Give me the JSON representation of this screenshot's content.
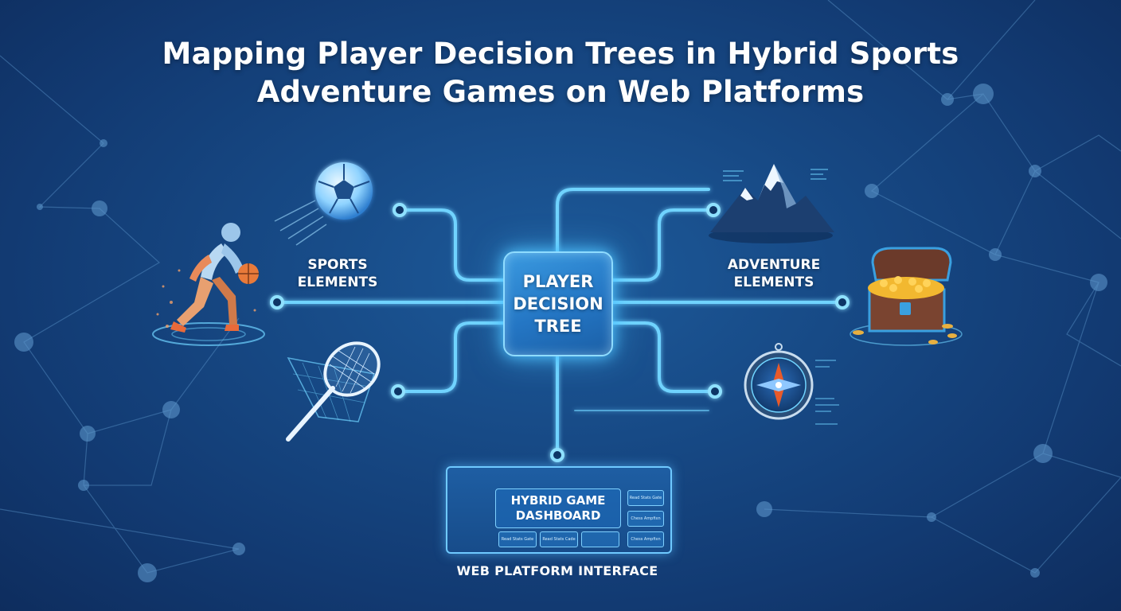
{
  "title": {
    "line1": "Mapping Player Decision Trees in Hybrid Sports",
    "line2": "Adventure Games on Web Platforms"
  },
  "center": {
    "line1": "PLAYER",
    "line2": "DECISION",
    "line3": "TREE"
  },
  "sports": {
    "label_line1": "SPORTS",
    "label_line2": "ELEMENTS",
    "icons": [
      "basketball-player-icon",
      "soccer-ball-icon",
      "tennis-racket-icon"
    ]
  },
  "adventure": {
    "label_line1": "ADVENTURE",
    "label_line2": "ELEMENTS",
    "icons": [
      "mountain-icon",
      "treasure-chest-icon",
      "compass-icon"
    ]
  },
  "dashboard": {
    "line1": "HYBRID GAME",
    "line2": "DASHBOARD",
    "mini_buttons": [
      "Read Stats Gate",
      "Read Stats Cade",
      "Read Stats Gate",
      "Chess Ampfixn",
      "Chess Ampfixn"
    ]
  },
  "web_label": "WEB PLATFORM INTERFACE",
  "colors": {
    "background": "#174a86",
    "connector": "#6fd3ff",
    "glow": "#4fc3ff",
    "text": "#ffffff"
  }
}
